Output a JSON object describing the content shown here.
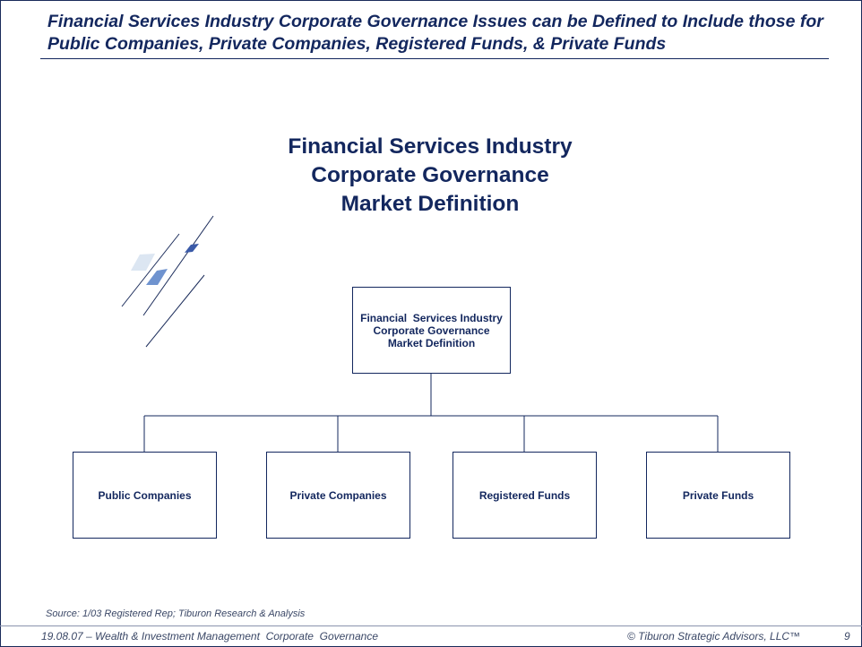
{
  "slide": {
    "title": "Financial Services Industry Corporate Governance Issues can be Defined to Include those for Public Companies, Private Companies, Registered Funds, & Private Funds"
  },
  "diagram": {
    "heading_lines": [
      "Financial Services Industry",
      "Corporate Governance",
      "Market Definition"
    ],
    "root_lines": [
      "Financial  Services Industry",
      "Corporate Governance",
      "Market Definition"
    ],
    "children": [
      "Public Companies",
      "Private Companies",
      "Registered Funds",
      "Private Funds"
    ]
  },
  "source": "Source:  1/03 Registered Rep; Tiburon Research & Analysis",
  "footer": {
    "left": "19.08.07 – Wealth & Investment Management  Corporate  Governance",
    "right": "© Tiburon Strategic Advisors, LLC™",
    "page_number": "9"
  },
  "colors": {
    "primary": "#13275e",
    "accent_light": "#dce6f2",
    "accent_mid": "#6f93cf",
    "accent_dark": "#3b5aa8"
  },
  "icons": [
    "decorative-slash-lines-icon"
  ]
}
